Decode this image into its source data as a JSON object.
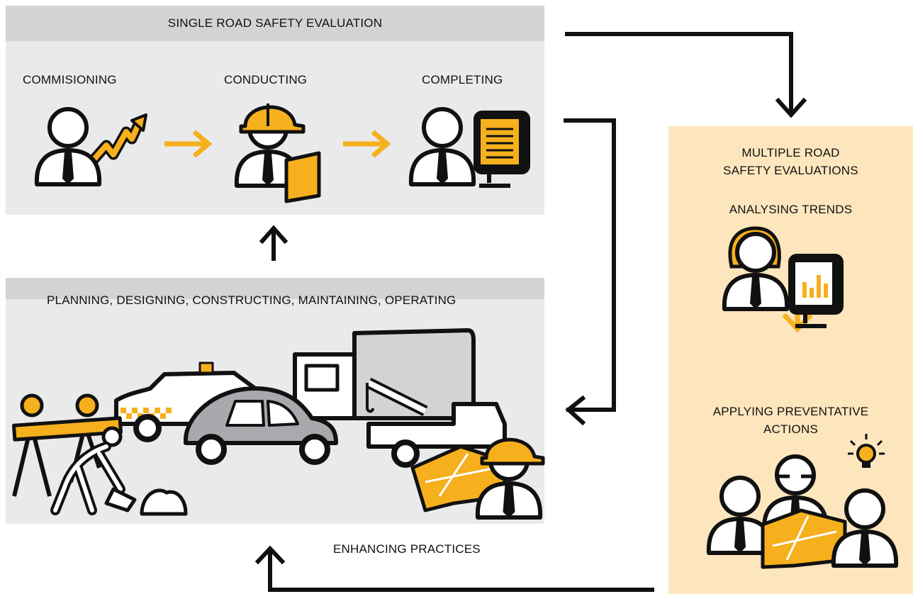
{
  "single": {
    "title": "SINGLE ROAD SAFETY EVALUATION",
    "steps": [
      "COMMISIONING",
      "CONDUCTING",
      "COMPLETING"
    ]
  },
  "planning": {
    "title": "PLANNING, DESIGNING, CONSTRUCTING, MAINTAINING, OPERATING"
  },
  "multiple": {
    "title_line1": "MULTIPLE ROAD",
    "title_line2": "SAFETY EVALUATIONS",
    "analysing": "ANALYSING TRENDS",
    "applying_line1": "APPLYING PREVENTATIVE",
    "applying_line2": "ACTIONS"
  },
  "enhancing": "ENHANCING PRACTICES",
  "colors": {
    "accent": "#f6b01d",
    "panel": "#e9eaec",
    "header": "#d1d3d5",
    "cream": "#fde6bd",
    "grey_car": "#a7a9ac"
  }
}
